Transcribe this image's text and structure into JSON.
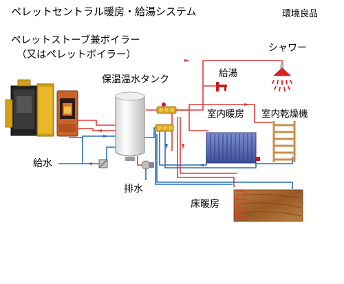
{
  "title": "ペレットセントラル暖房・給湯システム",
  "brand": "環境良品",
  "subtitle_line1": "ペレットストーブ兼ボイラー",
  "subtitle_line2": "（又はペレットボイラー）",
  "labels": {
    "tank": "保温温水タンク",
    "shower": "シャワー",
    "hot_water": "給湯",
    "room_heating": "室内暖房",
    "indoor_dryer": "室内乾燥機",
    "water_supply": "給水",
    "drain": "排水",
    "floor_heating": "床暖房"
  },
  "colors": {
    "hot_pipe": "#e23b3b",
    "cold_pipe": "#2b6db3",
    "stove_gold": "#d4a017",
    "stove_copper": "#c9632a",
    "radiator": "#4a5fa8",
    "dryer": "#c8904a",
    "wood": "#a9672f",
    "valve_gold": "#d9a520"
  }
}
